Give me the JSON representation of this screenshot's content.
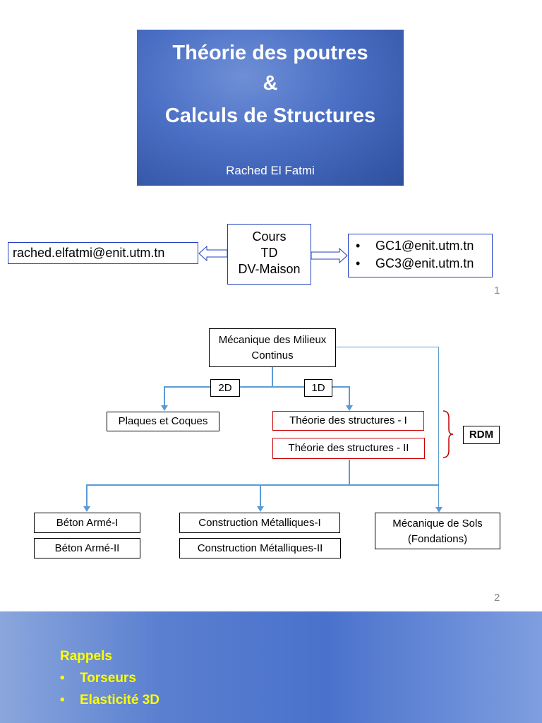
{
  "slide1": {
    "title_line1": "Théorie des poutres",
    "title_line2": "&",
    "title_line3": "Calculs de Structures",
    "author": "Rached El Fatmi",
    "email_left": "rached.elfatmi@enit.utm.tn",
    "cours_lines": [
      "Cours",
      "TD",
      "DV-Maison"
    ],
    "emails_right": [
      "GC1@enit.utm.tn",
      "GC3@enit.utm.tn"
    ],
    "bullet": "•",
    "page_number": "1"
  },
  "slide2": {
    "mmc": "Mécanique des Milieux Continus",
    "label_2d": "2D",
    "label_1d": "1D",
    "plaques": "Plaques et Coques",
    "theorie1": "Théorie des structures - I",
    "theorie2": "Théorie des structures - II",
    "rdm": "RDM",
    "beton1": "Béton Armé-I",
    "beton2": "Béton Armé-II",
    "cm1": "Construction Métalliques-I",
    "cm2": "Construction Métalliques-II",
    "sols_line1": "Mécanique de Sols",
    "sols_line2": "(Fondations)",
    "page_number": "2",
    "colors": {
      "connector": "#5b9bd5",
      "highlight_border": "#c00000"
    }
  },
  "slide3": {
    "heading": "Rappels",
    "items": [
      "Torseurs",
      "Elasticité 3D"
    ],
    "bullet": "•",
    "text_color": "#ffff00"
  }
}
